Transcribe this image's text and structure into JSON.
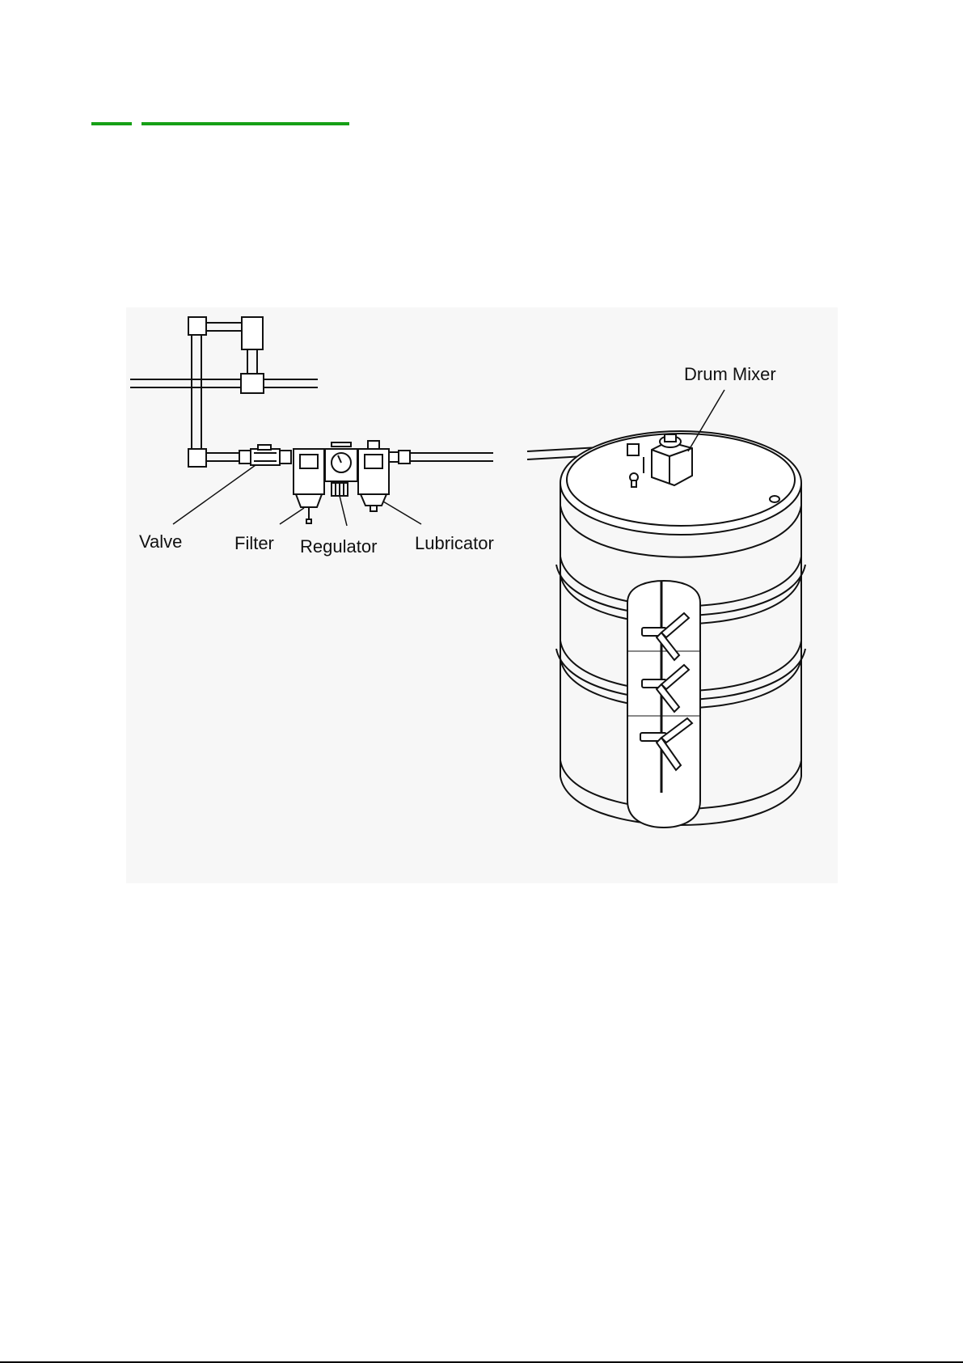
{
  "figure": {
    "labels": {
      "valve": "Valve",
      "filter": "Filter",
      "regulator": "Regulator",
      "lubricator": "Lubricator",
      "drum_mixer": "Drum Mixer"
    }
  },
  "colors": {
    "heading_rule": "#16a016",
    "figure_background": "#f7f7f7",
    "line": "#111111"
  }
}
